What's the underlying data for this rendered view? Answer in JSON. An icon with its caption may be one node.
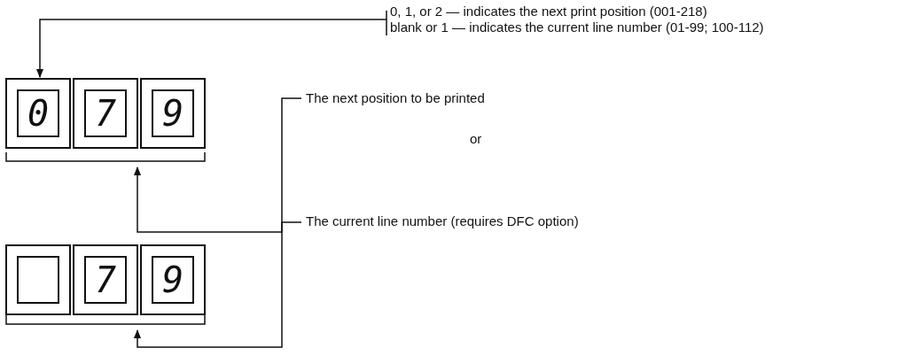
{
  "diagram": {
    "nodes": [
      {
        "text": [],
        "shape": "box"
      },
      {
        "text": [
          "0"
        ],
        "in": 0
      },
      {
        "text": [
          "7"
        ],
        "in": 0
      },
      {
        "text": [
          "9"
        ],
        "in": 0
      },
      {
        "text": [],
        "shape": "box"
      },
      {
        "text": [],
        "shape": "box",
        "in": 4
      },
      {
        "text": [
          "7"
        ],
        "in": 4
      },
      {
        "text": [
          "9"
        ],
        "in": 4
      },
      {
        "text": [
          "0, 1, or 2 — indicates the next print position (001-218)",
          "blank or 1 — indicates the current line number (01-99; 100-112)"
        ]
      },
      {
        "text": [
          "The next position to be printed"
        ]
      },
      {
        "text": [
          "The current line number (requires DFC option)"
        ]
      }
    ],
    "edges": [
      {
        "from": 8,
        "to": 1,
        "arrow": "to"
      },
      {
        "from": 9,
        "to": 0,
        "arrow": "to"
      },
      {
        "from": 10,
        "to": 4,
        "arrow": "to"
      }
    ],
    "labels": [
      "or"
    ]
  }
}
